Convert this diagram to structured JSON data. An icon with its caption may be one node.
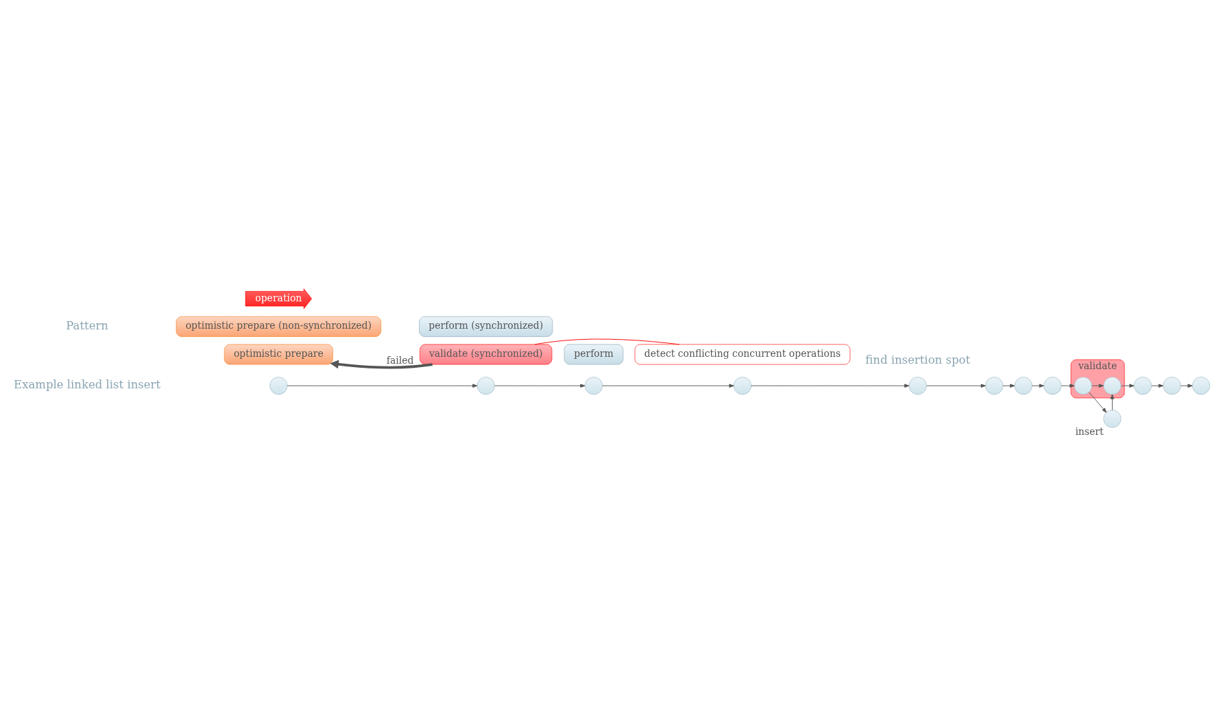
{
  "diagram": {
    "nodes": [
      {
        "text": [
          "operation"
        ]
      },
      {
        "text": [
          "optimistic prepare (non-synchronized)"
        ]
      },
      {
        "text": [
          "perform (synchronized)"
        ]
      },
      {
        "text": [
          "optimistic prepare"
        ]
      },
      {
        "text": [
          "validate (synchronized)"
        ]
      },
      {
        "text": [
          "perform"
        ]
      },
      {
        "text": [
          "detect conflicting concurrent operations"
        ]
      },
      {
        "text": [
          "validate"
        ]
      },
      {
        "text": [],
        "shape": "circle"
      },
      {
        "text": [],
        "shape": "circle"
      },
      {
        "text": [],
        "shape": "circle"
      },
      {
        "text": [],
        "shape": "circle"
      },
      {
        "text": [],
        "shape": "circle"
      },
      {
        "text": [],
        "shape": "circle"
      },
      {
        "text": [],
        "shape": "circle"
      },
      {
        "text": [],
        "shape": "circle"
      },
      {
        "text": [],
        "shape": "circle",
        "in": 7
      },
      {
        "text": [],
        "shape": "circle",
        "in": 7
      },
      {
        "text": [],
        "shape": "circle"
      },
      {
        "text": [],
        "shape": "circle"
      },
      {
        "text": [],
        "shape": "circle"
      },
      {
        "text": [],
        "shape": "circle",
        "beside": [
          "insert"
        ]
      }
    ],
    "edges": [
      {
        "from": 4,
        "to": 3,
        "arrow": "to",
        "label": "failed",
        "style": "thick"
      },
      {
        "from": 6,
        "to": 4,
        "arrow": "none",
        "color": "#ff0000"
      },
      {
        "from": 8,
        "to": 9,
        "arrow": "to"
      },
      {
        "from": 9,
        "to": 10,
        "arrow": "to"
      },
      {
        "from": 10,
        "to": 11,
        "arrow": "to"
      },
      {
        "from": 11,
        "to": 12,
        "arrow": "to"
      },
      {
        "from": 12,
        "to": 13,
        "arrow": "to"
      },
      {
        "from": 13,
        "to": 14,
        "arrow": "to"
      },
      {
        "from": 14,
        "to": 15,
        "arrow": "to"
      },
      {
        "from": 15,
        "to": 16,
        "arrow": "to"
      },
      {
        "from": 16,
        "to": 17,
        "arrow": "to"
      },
      {
        "from": 17,
        "to": 18,
        "arrow": "to"
      },
      {
        "from": 18,
        "to": 19,
        "arrow": "to"
      },
      {
        "from": 19,
        "to": 20,
        "arrow": "to"
      },
      {
        "from": 16,
        "to": 21,
        "arrow": "to"
      },
      {
        "from": 21,
        "to": 17,
        "arrow": "to"
      }
    ],
    "labels": [
      "Pattern",
      "find insertion spot",
      "Example linked list insert"
    ]
  }
}
